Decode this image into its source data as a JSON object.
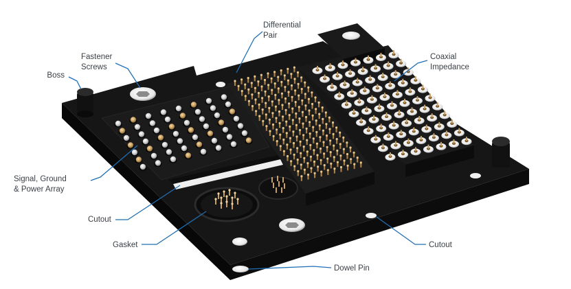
{
  "labels": {
    "boss": "Boss",
    "fastener_screws_1": "Fastener",
    "fastener_screws_2": "Screws",
    "differential_pair_1": "Differential",
    "differential_pair_2": "Pair",
    "coaxial_impedance_1": "Coaxial",
    "coaxial_impedance_2": "Impedance",
    "signal_array_1": "Signal, Ground",
    "signal_array_2": "& Power Array",
    "cutout_left": "Cutout",
    "gasket": "Gasket",
    "cutout_right": "Cutout",
    "dowel_pin": "Dowel Pin"
  },
  "colors": {
    "leader_line": "#1f6fb5",
    "body": "#141414",
    "body_side": "#0a0a0a",
    "pin_gold": "#c9a063",
    "pin_silver": "#d9d9d9",
    "text": "#3a3f45"
  }
}
